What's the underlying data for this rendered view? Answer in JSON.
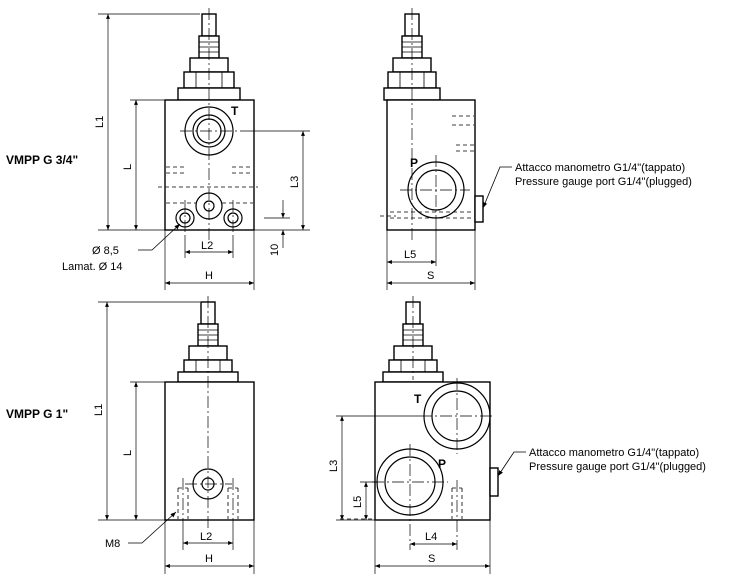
{
  "models": {
    "g34": "VMPP G 3/4\"",
    "g1": "VMPP G 1\""
  },
  "dims": {
    "L1": "L1",
    "L": "L",
    "L2": "L2",
    "L3": "L3",
    "L4": "L4",
    "L5": "L5",
    "H": "H",
    "S": "S",
    "ten": "10"
  },
  "ports": {
    "T": "T",
    "P": "P"
  },
  "notes": {
    "hole_diameter": "Ø 8,5",
    "counterbore": "Lamat. Ø 14",
    "thread": "M8",
    "gauge_it": "Attacco manometro G1/4\"(tappato)",
    "gauge_en": "Pressure gauge port G1/4\"(plugged)"
  }
}
